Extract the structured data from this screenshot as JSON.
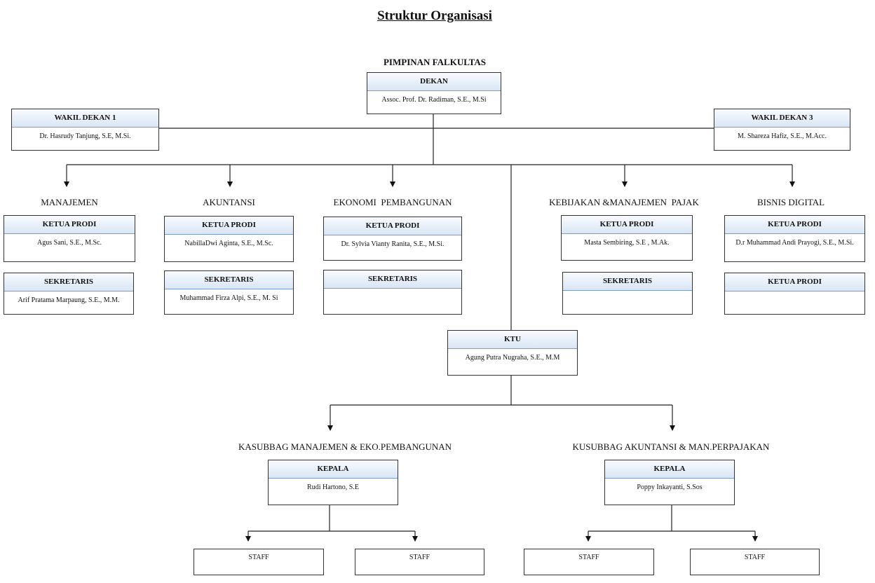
{
  "title": "Struktur Organisasi",
  "top_caption": "PIMPINAN FALKULTAS",
  "dekan": {
    "role": "DEKAN",
    "name": "Assoc. Prof. Dr. Radiman, S.E., M.Si"
  },
  "wakil1": {
    "role": "WAKIL DEKAN 1",
    "name": "Dr. Hasrudy Tanjung, S.E, M.Si."
  },
  "wakil3": {
    "role": "WAKIL DEKAN 3",
    "name": "M. Shareza Hafiz, S.E., M.Acc."
  },
  "prodi": [
    {
      "caption": "MANAJEMEN",
      "ketua_role": "KETUA PRODI",
      "ketua_name": "Agus Sani, S.E., M.Sc.",
      "sek_role": "SEKRETARIS",
      "sek_name": "Arif Pratama Marpaung, S.E., M.M."
    },
    {
      "caption": "AKUNTANSI",
      "ketua_role": "KETUA PRODI",
      "ketua_name": "NabillaDwi Aginta, S.E., M.Sc.",
      "sek_role": "SEKRETARIS",
      "sek_name": "Muhammad Firza Alpi, S.E., M. Si"
    },
    {
      "caption": "EKONOMI  PEMBANGUNAN",
      "ketua_role": "KETUA PRODI",
      "ketua_name": "Dr. Sylvia Vianty Ranita, S.E., M.Si.",
      "sek_role": "SEKRETARIS",
      "sek_name": ""
    },
    {
      "caption": "KEBIJAKAN &MANAJEMEN  PAJAK",
      "ketua_role": "KETUA PRODI",
      "ketua_name": "Masta Sembiring, S.E , M.Ak.",
      "sek_role": "SEKRETARIS",
      "sek_name": ""
    },
    {
      "caption": "BISNIS DIGITAL",
      "ketua_role": "KETUA PRODI",
      "ketua_name": "D.r Muhammad Andi Prayogi, S.E., M.Si.",
      "sek_role": "KETUA PRODI",
      "sek_name": ""
    }
  ],
  "ktu": {
    "role": "KTU",
    "name": "Agung Putra Nugraha, S.E., M.M"
  },
  "kasubbag_left": {
    "caption": "KASUBBAG MANAJEMEN & EKO.PEMBANGUNAN",
    "role": "KEPALA",
    "name": "Rudi Hartono, S.E",
    "staff": [
      "STAFF",
      "STAFF"
    ]
  },
  "kasubbag_right": {
    "caption": "KUSUBBAG AKUNTANSI & MAN.PERPAJAKAN",
    "role": "KEPALA",
    "name": "Poppy Inkayanti, S.Sos",
    "staff": [
      "STAFF",
      "STAFF"
    ]
  }
}
